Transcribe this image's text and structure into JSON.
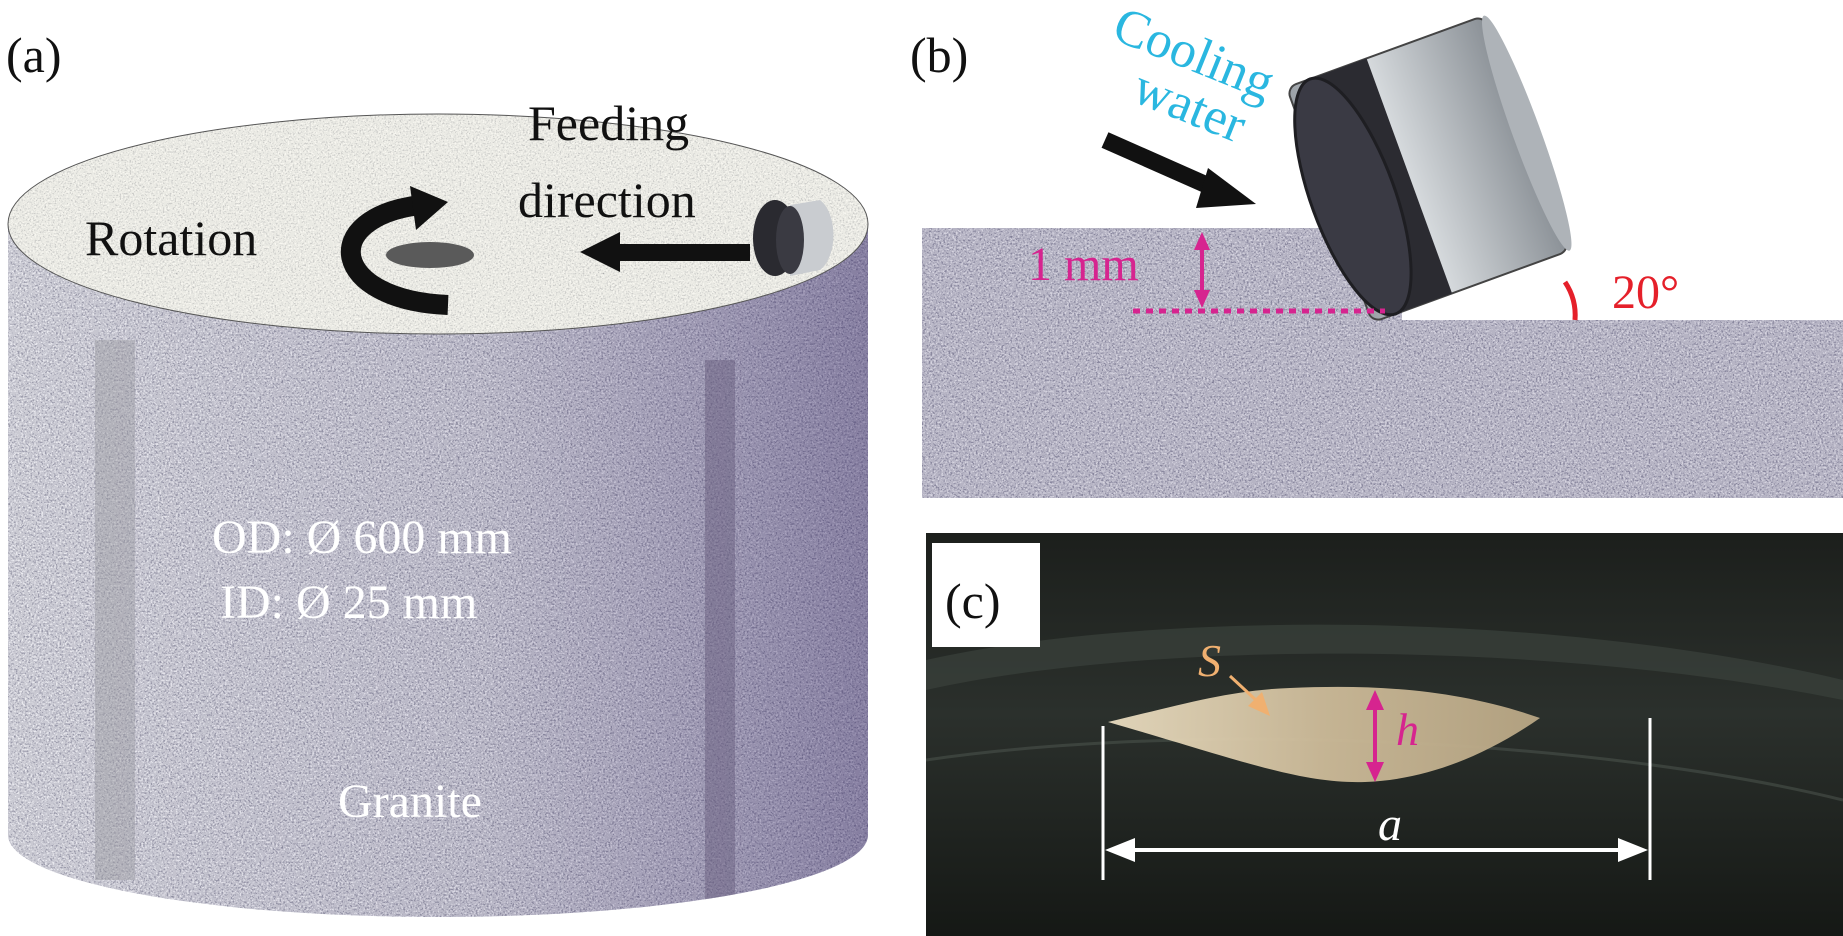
{
  "panels": {
    "a": {
      "label": "(a)",
      "rotation": "Rotation",
      "feeding_line1": "Feeding",
      "feeding_line2": "direction",
      "od": "OD: Ø 600 mm",
      "id": "ID: Ø 25 mm",
      "material": "Granite"
    },
    "b": {
      "label": "(b)",
      "coolant_line1": "Cooling",
      "coolant_line2": "water",
      "depth": "1 mm",
      "angle": "20°"
    },
    "c": {
      "label": "(c)",
      "area_symbol": "S",
      "height_symbol": "h",
      "length_symbol": "a"
    }
  },
  "colors": {
    "magenta": "#d6248f",
    "red": "#e5202a",
    "cyan": "#2ab7e0",
    "orange": "#f0b070",
    "black": "#111111"
  }
}
